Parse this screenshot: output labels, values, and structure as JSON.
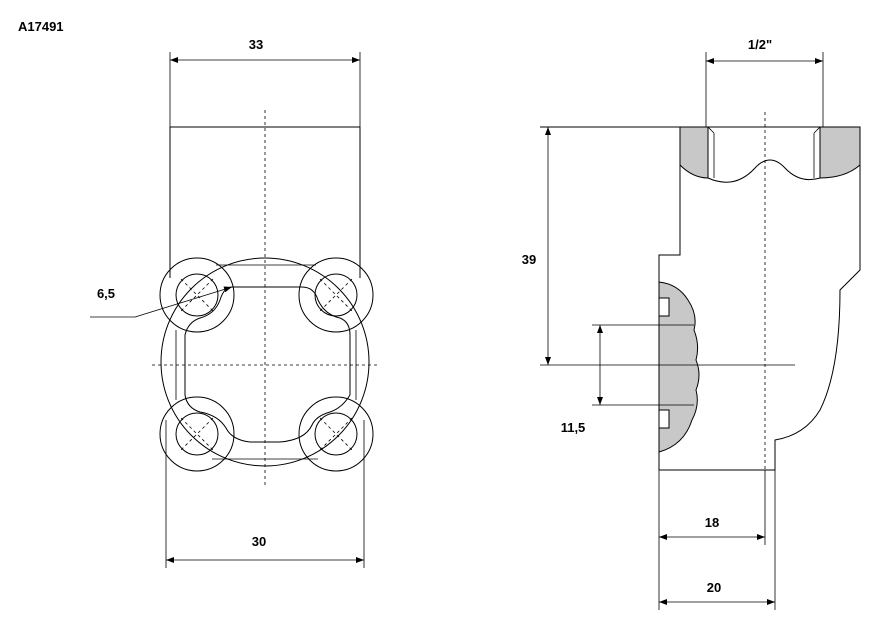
{
  "drawing_code": "A17491",
  "dimensions": {
    "front_top_width": "33",
    "hole_diameter": "6,5",
    "front_bottom_width": "30",
    "side_thread": "1/2\"",
    "side_height": "39",
    "side_bolt_spacing": "11,5",
    "side_depth_short": "18",
    "side_depth_long": "20"
  }
}
